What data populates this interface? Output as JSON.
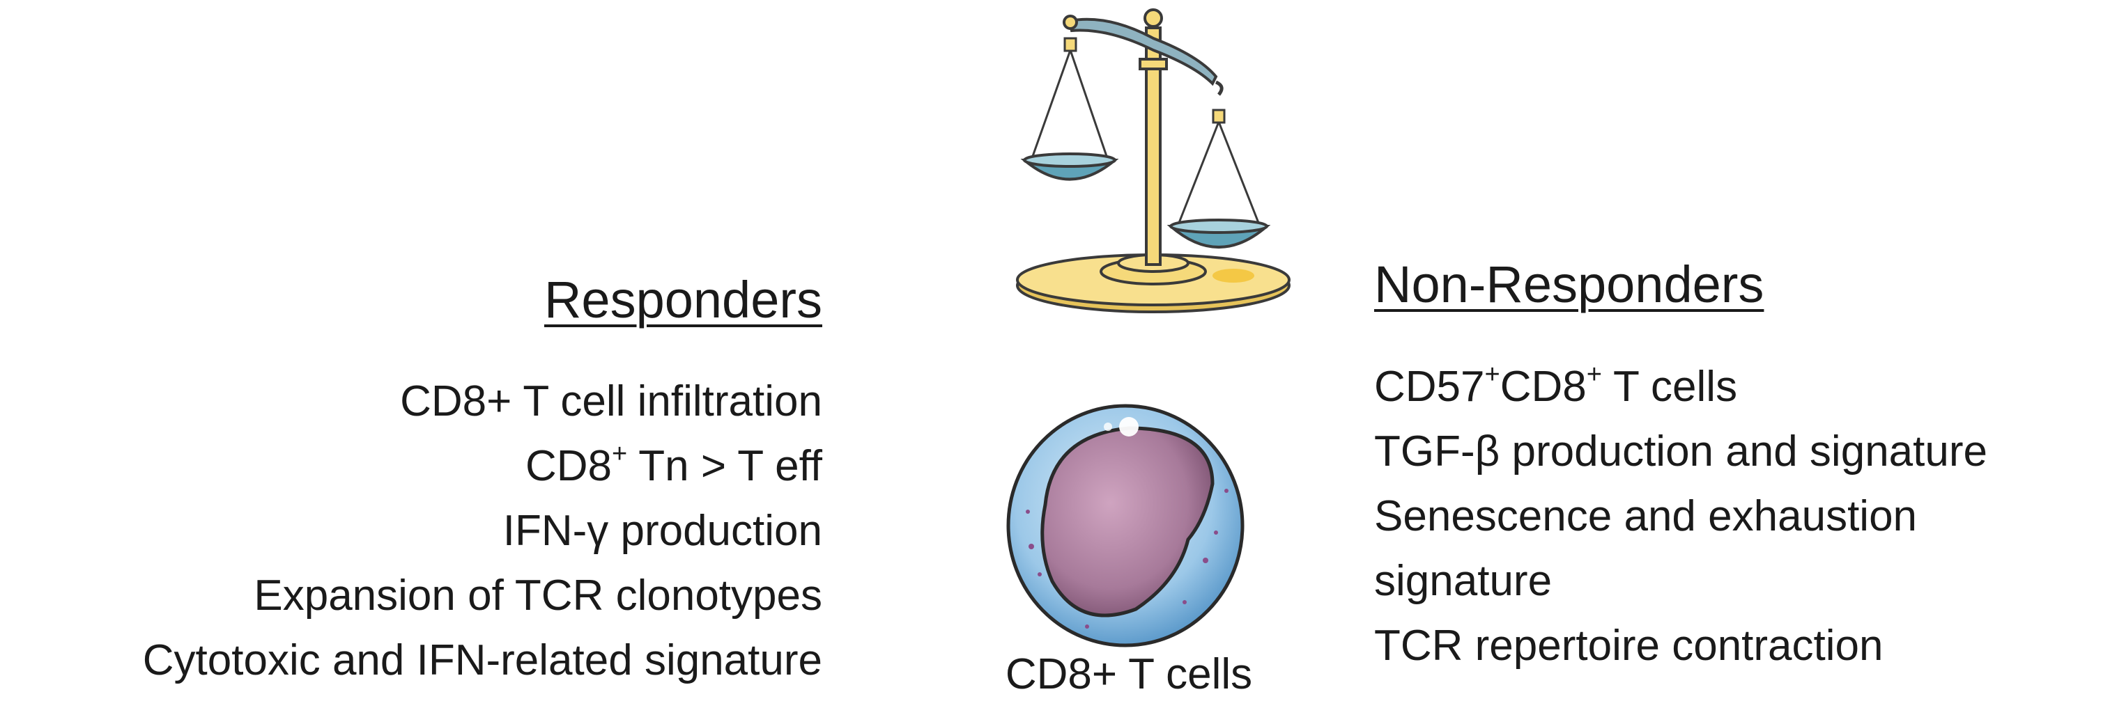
{
  "responders": {
    "heading": "Responders",
    "items": [
      {
        "text": "CD8+ T cell infiltration"
      },
      {
        "pre": "CD8",
        "sup": "+",
        "post": " Tn > T eff"
      },
      {
        "text": "IFN-γ production"
      },
      {
        "text": "Expansion of TCR clonotypes"
      },
      {
        "text": "Cytotoxic and IFN-related signature"
      }
    ]
  },
  "non_responders": {
    "heading": "Non-Responders",
    "items": [
      {
        "pre": "CD57",
        "sup": "+",
        "mid": "CD8",
        "sup2": "+",
        "post": " T cells"
      },
      {
        "text": "TGF-β production and signature"
      },
      {
        "text": "Senescence and exhaustion"
      },
      {
        "text": "signature"
      },
      {
        "text": "TCR repertoire contraction"
      }
    ]
  },
  "cell_caption": "CD8+ T cells",
  "icons": {
    "scale": "balance-scale-icon",
    "cell": "t-cell-icon"
  },
  "colors": {
    "text": "#1a1a1a",
    "scale_gold": "#f5d97a",
    "scale_pan": "#5fa3b8",
    "cell_membrane": "#9cc8e8",
    "cell_nucleus": "#a77a9a"
  }
}
